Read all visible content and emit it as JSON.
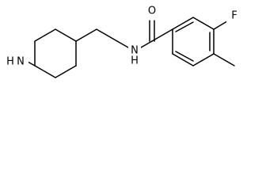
{
  "diagram": {
    "type": "skeletal-structure",
    "atom_labels": {
      "oxygen": "O",
      "fluorine": "F",
      "amide_nitrogen": "N",
      "amide_hydrogen": "H",
      "ring_nitrogen": "N",
      "ring_hydrogen": "H"
    },
    "colors": {
      "bond": "#000000",
      "label": "#000000",
      "background": "#ffffff"
    }
  }
}
